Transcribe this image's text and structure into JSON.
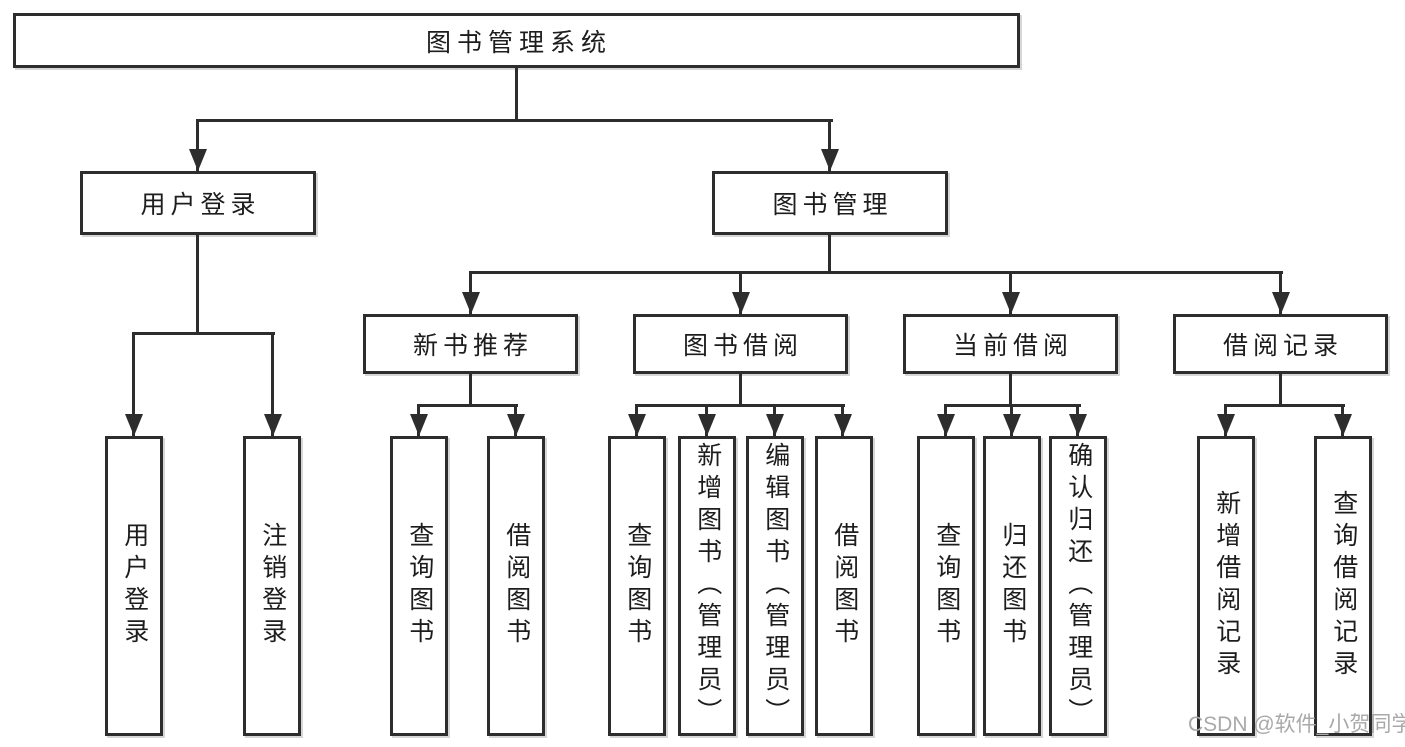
{
  "colors": {
    "line": "#2d2d2d",
    "box_border": "#2d2d2d",
    "box_background": "#ffffff",
    "text": "#1d1d1d",
    "watermark": "#a9a9a9",
    "page_background": "#ffffff"
  },
  "tree": {
    "label": "图书管理系统",
    "children": [
      {
        "label": "用户登录",
        "children": [
          {
            "label": "用户登录"
          },
          {
            "label": "注销登录"
          }
        ]
      },
      {
        "label": "图书管理",
        "children": [
          {
            "label": "新书推荐",
            "children": [
              {
                "label": "查询图书"
              },
              {
                "label": "借阅图书"
              }
            ]
          },
          {
            "label": "图书借阅",
            "children": [
              {
                "label": "查询图书"
              },
              {
                "label": "新增图书（管理员）"
              },
              {
                "label": "编辑图书（管理员）"
              },
              {
                "label": "借阅图书"
              }
            ]
          },
          {
            "label": "当前借阅",
            "children": [
              {
                "label": "查询图书"
              },
              {
                "label": "归还图书"
              },
              {
                "label": "确认归还（管理员）"
              }
            ]
          },
          {
            "label": "借阅记录",
            "children": [
              {
                "label": "新增借阅记录"
              },
              {
                "label": "查询借阅记录"
              }
            ]
          }
        ]
      }
    ]
  },
  "watermark": {
    "text": "CSDN @软件_小贺同学"
  }
}
